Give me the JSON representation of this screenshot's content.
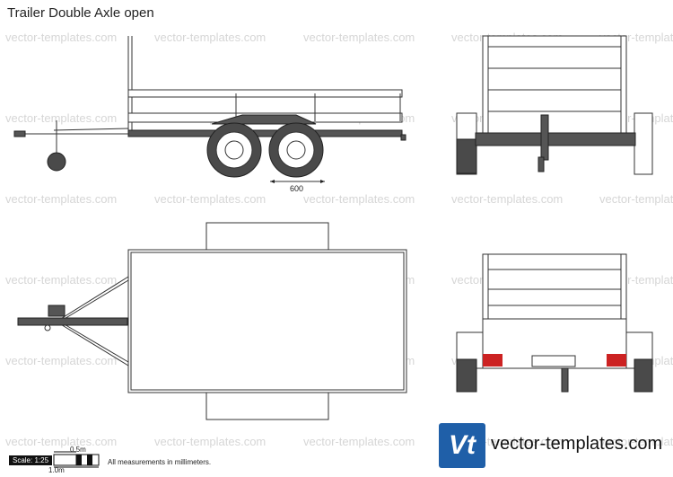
{
  "title": "Trailer Double Axle open",
  "watermark_text": "vector-templates.com",
  "dimension_label": "600",
  "scale": {
    "label": "Scale: 1:25",
    "half_mark": "0.5m",
    "full_mark": "1.0m"
  },
  "note": "All measurements in millimeters.",
  "brand": {
    "logo_text": "Vt",
    "name": "vector-templates.com",
    "color": "#1f5fa8"
  },
  "colors": {
    "tail_light": "#cc2222"
  }
}
